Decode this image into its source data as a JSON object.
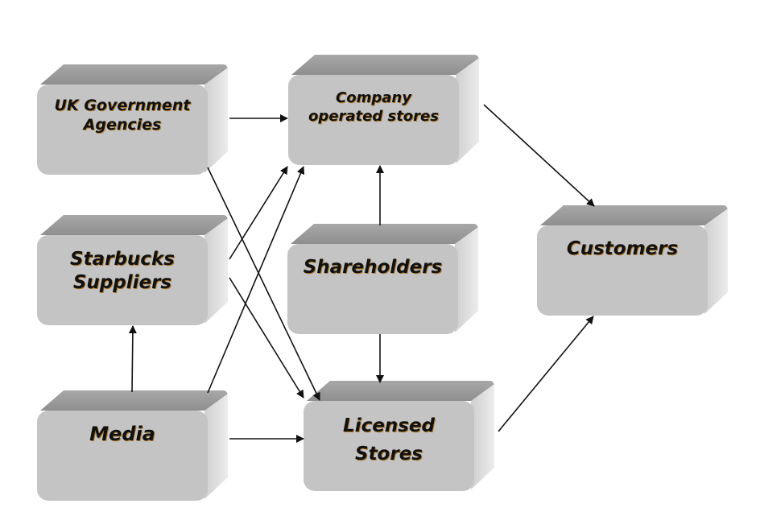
{
  "diagram": {
    "nodes": [
      {
        "id": "uk-gov",
        "label_line1": "UK Government",
        "label_line2": "Agencies"
      },
      {
        "id": "company",
        "label_line1": "Company",
        "label_line2": "operated stores"
      },
      {
        "id": "suppliers",
        "label_line1": "Starbucks",
        "label_line2": "Suppliers"
      },
      {
        "id": "shareholders",
        "label_line1": "Shareholders",
        "label_line2": ""
      },
      {
        "id": "customers",
        "label_line1": "Customers",
        "label_line2": ""
      },
      {
        "id": "media",
        "label_line1": "Media",
        "label_line2": ""
      },
      {
        "id": "licensed",
        "label_line1": "Licensed",
        "label_line2": "Stores"
      }
    ],
    "edges": [
      {
        "from": "uk-gov",
        "to": "company"
      },
      {
        "from": "uk-gov",
        "to": "licensed"
      },
      {
        "from": "suppliers",
        "to": "company"
      },
      {
        "from": "suppliers",
        "to": "licensed"
      },
      {
        "from": "media",
        "to": "company"
      },
      {
        "from": "media",
        "to": "suppliers"
      },
      {
        "from": "media",
        "to": "licensed"
      },
      {
        "from": "shareholders",
        "to": "company"
      },
      {
        "from": "shareholders",
        "to": "licensed"
      },
      {
        "from": "company",
        "to": "customers"
      },
      {
        "from": "licensed",
        "to": "customers"
      }
    ],
    "colors": {
      "face": "#c4c4c4",
      "top": "#9a9a9a",
      "side": "#e0e0e0",
      "line": "#111111"
    }
  }
}
